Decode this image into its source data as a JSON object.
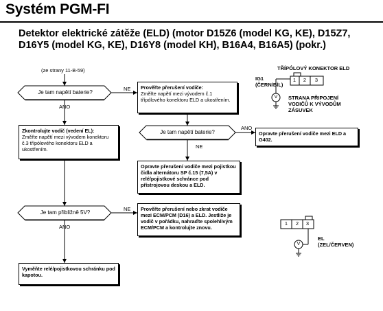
{
  "header": {
    "title": "Systém PGM-FI",
    "subtitle": "Detektor elektrické zátěže (ELD) (motor D15Z6 (model KG, KE), D15Z7, D16Y5 (model KG, KE), D16Y8 (model KH), B16A4, B16A5) (pokr.)"
  },
  "flow": {
    "start": "(ze strany 11-B-59)",
    "q1": "Je tam napětí baterie?",
    "q1_yes": "ANO",
    "q1_no": "NE",
    "box_check_wire_title": "Prověřte přerušení vodiče:",
    "box_check_wire_body": "Změřte napětí mezi vývodem č.1 třípólového konektoru ELD a ukostřením.",
    "q2": "Je tam napětí baterie?",
    "q2_yes": "ANO",
    "q2_no": "NE",
    "box_repair": "Opravte přerušení vodiče mezi ELD a G402.",
    "box_check_el_title": "Zkontrolujte vodič (vedení EL):",
    "box_check_el_body": "Změřte napětí mezi vývodem konektoru č.3 třípólového konektoru ELD a ukostřením.",
    "box_fuse": "Opravte přerušení vodiče mezi pojistkou čidla alternátoru SP č.15 (7,5A) v relé/pojistkové schránce pod přístrojovou deskou a ELD.",
    "q3": "Je tam přibližně 5V?",
    "q3_yes": "ANO",
    "q3_no": "NE",
    "box_ecm": "Prověřte přerušení nebo zkrat vodiče mezi ECM/PCM (D16) a ELD. Jestliže je vodič v pořádku, nahraďte spolehlivým ECM/PCM a kontrolujte znovu.",
    "box_replace": "Vyměňte relé/pojistkovou schránku pod kapotou."
  },
  "connector1": {
    "title": "TŘÍPÓLOVÝ KONEKTOR ELD",
    "ig1_label": "IG1",
    "ig1_sub": "(ČERN/BÍL)",
    "pins": [
      "1",
      "2",
      "3"
    ],
    "meter": "V",
    "side_note": "STRANA PŘIPOJENÍ VODIČŮ K VÝVODŮM ZÁSUVEK"
  },
  "connector2": {
    "pins": [
      "1",
      "2",
      "3"
    ],
    "meter": "V",
    "el_label": "EL",
    "el_sub": "(ZEL/ČERVEN)"
  }
}
